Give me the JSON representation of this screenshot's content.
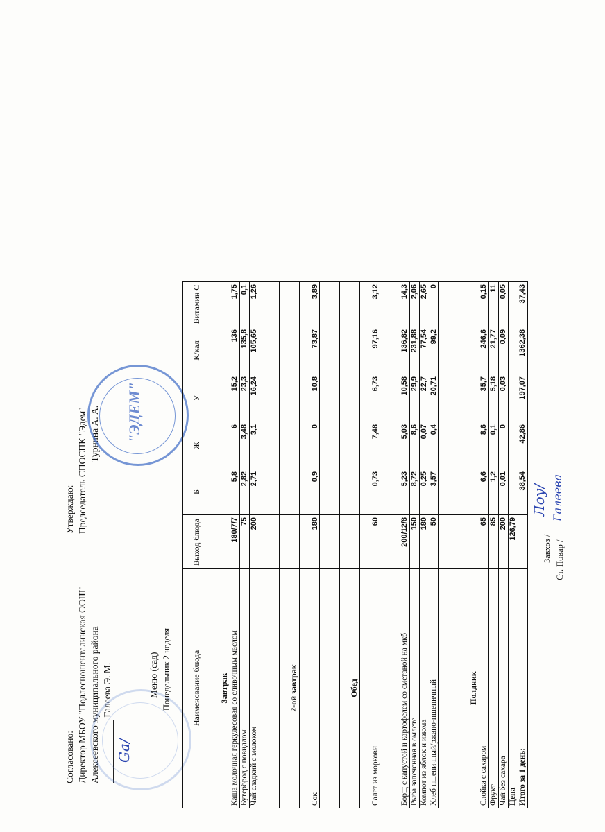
{
  "approved_by": {
    "label": "Согласовано:",
    "line1": "Директор МБОУ \"Подлесношенталинская   ООШ\"",
    "line2": "Алексеевского муниципального района",
    "name": "Галеева Э. М."
  },
  "confirmed_by": {
    "label": "Утверждаю:",
    "line1": "Председатель СПОСПК \"Эдем\"",
    "name": "Турнина А. А.",
    "stamp_text": "\"ЭДЕМ\""
  },
  "title": "Меню (сад)",
  "subtitle": "Понедельник 2 неделя",
  "table": {
    "columns": [
      "Наименование блюда",
      "Выход блюда",
      "Б",
      "Ж",
      "У",
      "К/кал",
      "Витамин С"
    ],
    "rows": [
      {
        "type": "section",
        "tall": true,
        "name": "Завтрак"
      },
      {
        "type": "item",
        "name": "Каша молочная геркулесовая со сливочным маслом",
        "values": [
          "180/7/7",
          "5,8",
          "6",
          "15,2",
          "136",
          "1,75"
        ]
      },
      {
        "type": "item",
        "name": "Бутерброд с повидлом",
        "values": [
          "75",
          "2,82",
          "3,48",
          "23,3",
          "135,8",
          "0,1"
        ]
      },
      {
        "type": "item",
        "name": "Чай сладкий с молоком",
        "values": [
          "200",
          "2,71",
          "3,1",
          "16,24",
          "105,65",
          "1,26"
        ]
      },
      {
        "type": "empty",
        "tall": true
      },
      {
        "type": "section",
        "tall": true,
        "name": "2-ой завтрак"
      },
      {
        "type": "item",
        "tall": true,
        "name": "Сок",
        "values": [
          "180",
          "0,9",
          "0",
          "10,8",
          "73,87",
          "3,89"
        ]
      },
      {
        "type": "empty",
        "tall": true
      },
      {
        "type": "section",
        "tall": true,
        "name": "Обед"
      },
      {
        "type": "item",
        "tall": true,
        "name": "Салат из моркови",
        "values": [
          "60",
          "0,73",
          "7,48",
          "6,73",
          "97,16",
          "3,12"
        ]
      },
      {
        "type": "empty",
        "tall": true
      },
      {
        "type": "item",
        "name": "Борщ с капустой и картофелем со сметаной на мкб",
        "values": [
          "200/12/8",
          "5,23",
          "5,03",
          "10,58",
          "136,82",
          "14,3"
        ]
      },
      {
        "type": "item",
        "name": "Рыба запеченная в омлете",
        "values": [
          "150",
          "8,72",
          "8,6",
          "29,9",
          "231,88",
          "2,06"
        ]
      },
      {
        "type": "item",
        "name": "Компот из яблок и изюма",
        "values": [
          "180",
          "0,25",
          "0,07",
          "22,7",
          "77,54",
          "2,65"
        ]
      },
      {
        "type": "item",
        "name": "Хлеб пшеничный/ржано-пшеничный",
        "values": [
          "50",
          "3,57",
          "0,4",
          "20,71",
          "99,2",
          "0"
        ]
      },
      {
        "type": "empty",
        "tall": true
      },
      {
        "type": "section",
        "tall": true,
        "name": "Полдник"
      },
      {
        "type": "item",
        "name": "Слойка с сахаром",
        "values": [
          "65",
          "6,6",
          "8,6",
          "35,7",
          "246,6",
          "0,15"
        ]
      },
      {
        "type": "item",
        "name": "Фрукт",
        "values": [
          "85",
          "1,2",
          "0,1",
          "5,18",
          "21,77",
          "11"
        ]
      },
      {
        "type": "item",
        "name": "Чай без сахара",
        "values": [
          "200",
          "0,01",
          "0",
          "0,03",
          "0,09",
          "0,05"
        ]
      },
      {
        "type": "item",
        "bold": true,
        "name": "Цена",
        "values": [
          "126,79",
          "",
          "",
          "",
          "",
          ""
        ]
      },
      {
        "type": "total",
        "name": "Итого за 1 день:",
        "values": [
          "",
          "38,54",
          "42,86",
          "197,07",
          "1362,38",
          "37,43"
        ]
      }
    ]
  },
  "signatures": {
    "storekeeper": "Завхоз /",
    "cook": "Ст. Повар /"
  }
}
